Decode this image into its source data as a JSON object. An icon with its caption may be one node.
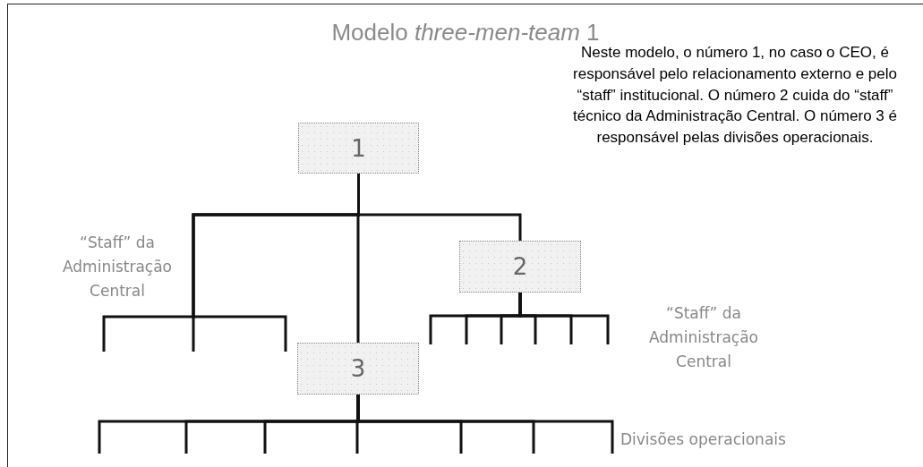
{
  "diagram": {
    "title": "Modelo *three-men-team* 1",
    "nodes": [
      {
        "text": [
          "1"
        ]
      },
      {
        "text": [
          "2"
        ]
      },
      {
        "text": [
          "3"
        ]
      }
    ],
    "edges": [
      {
        "from": 0,
        "to": 1,
        "arrow": "none"
      },
      {
        "from": 0,
        "to": 2,
        "arrow": "none"
      },
      {
        "from": 0,
        "to": null,
        "arrow": "none"
      },
      {
        "from": 0,
        "to": null,
        "arrow": "none"
      },
      {
        "from": 0,
        "to": null,
        "arrow": "none"
      },
      {
        "from": 1,
        "to": null,
        "arrow": "none"
      },
      {
        "from": 1,
        "to": null,
        "arrow": "none"
      },
      {
        "from": 1,
        "to": null,
        "arrow": "none"
      },
      {
        "from": 1,
        "to": null,
        "arrow": "none"
      },
      {
        "from": 1,
        "to": null,
        "arrow": "none"
      },
      {
        "from": 1,
        "to": null,
        "arrow": "none"
      },
      {
        "from": 2,
        "to": null,
        "arrow": "none"
      },
      {
        "from": 2,
        "to": null,
        "arrow": "none"
      },
      {
        "from": 2,
        "to": null,
        "arrow": "none"
      },
      {
        "from": 2,
        "to": null,
        "arrow": "none"
      },
      {
        "from": 2,
        "to": null,
        "arrow": "none"
      },
      {
        "from": 2,
        "to": null,
        "arrow": "none"
      },
      {
        "from": 2,
        "to": null,
        "arrow": "none"
      }
    ],
    "labels": [
      "Neste modelo, o número 1, no caso o CEO, é responsável pelo relacionamento externo e pelo “staff” institucional. O número 2 cuida do “staff” técnico da Administração Central. O número 3 é responsável pelas divisões operacionais.",
      "“Staff” da Administração Central",
      "“Staff” da Administração Central",
      "Divisões operacionais"
    ]
  }
}
